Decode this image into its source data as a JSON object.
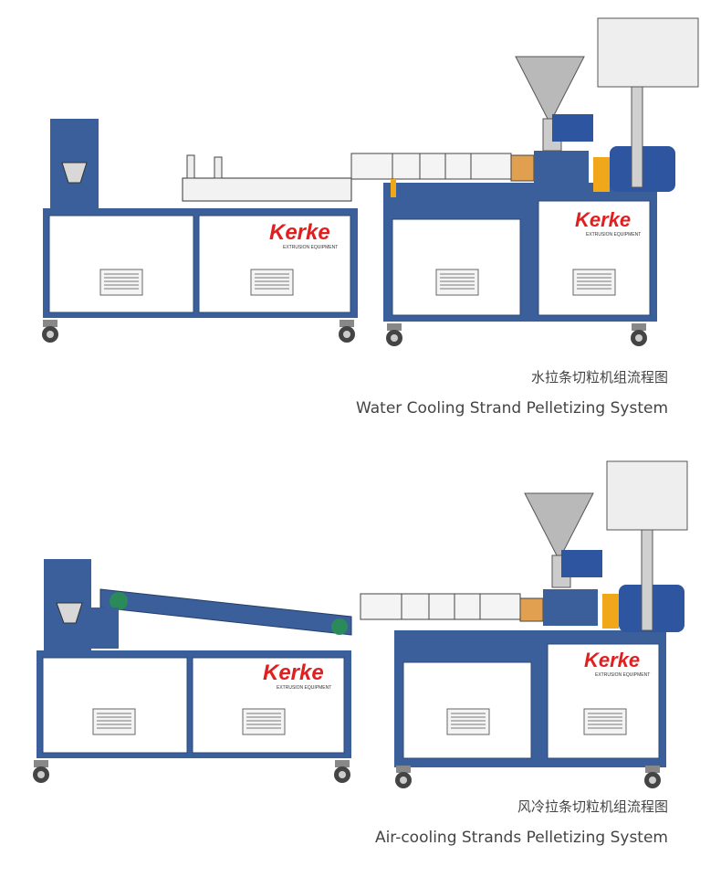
{
  "colors": {
    "frame_blue": "#3a5f9a",
    "panel_white": "#ffffff",
    "logo_red": "#e02020",
    "motor_yellow": "#f0a81a",
    "hopper_gray": "#b9b9b9"
  },
  "top": {
    "logo": "Kerke",
    "logo_sub": "EXTRUSION EQUIPMENT",
    "caption_cn": "水拉条切粒机组流程图",
    "caption_en": "Water Cooling Strand Pelletizing System"
  },
  "bottom": {
    "logo": "Kerke",
    "logo_sub": "EXTRUSION EQUIPMENT",
    "caption_cn": "风冷拉条切粒机组流程图",
    "caption_en": "Air-cooling Strands Pelletizing System"
  }
}
